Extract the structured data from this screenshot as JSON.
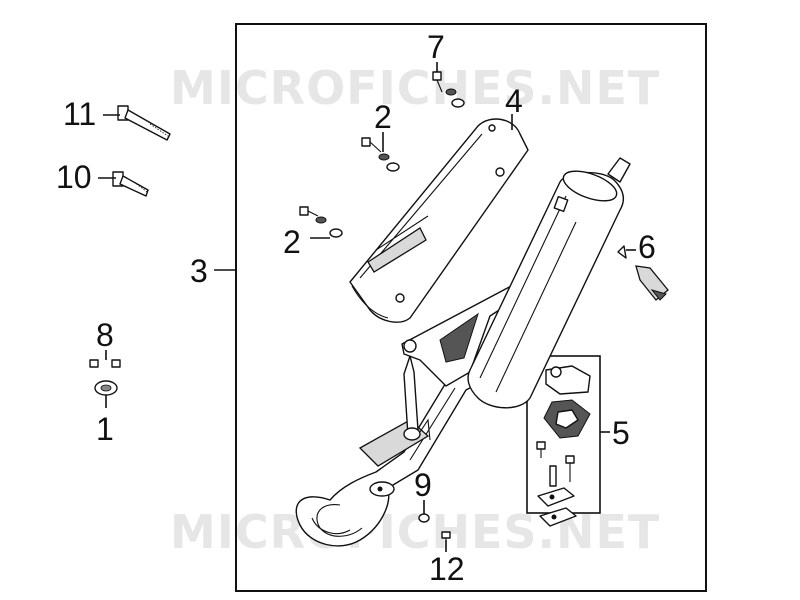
{
  "watermark": "MICROFICHES.NET",
  "callouts": {
    "c1": "1",
    "c2a": "2",
    "c2b": "2",
    "c3": "3",
    "c4": "4",
    "c5": "5",
    "c6": "6",
    "c7": "7",
    "c8": "8",
    "c9": "9",
    "c10": "10",
    "c11": "11",
    "c12": "12"
  },
  "colors": {
    "line": "#111111",
    "watermark": "#e6e6e6",
    "background": "#ffffff"
  }
}
